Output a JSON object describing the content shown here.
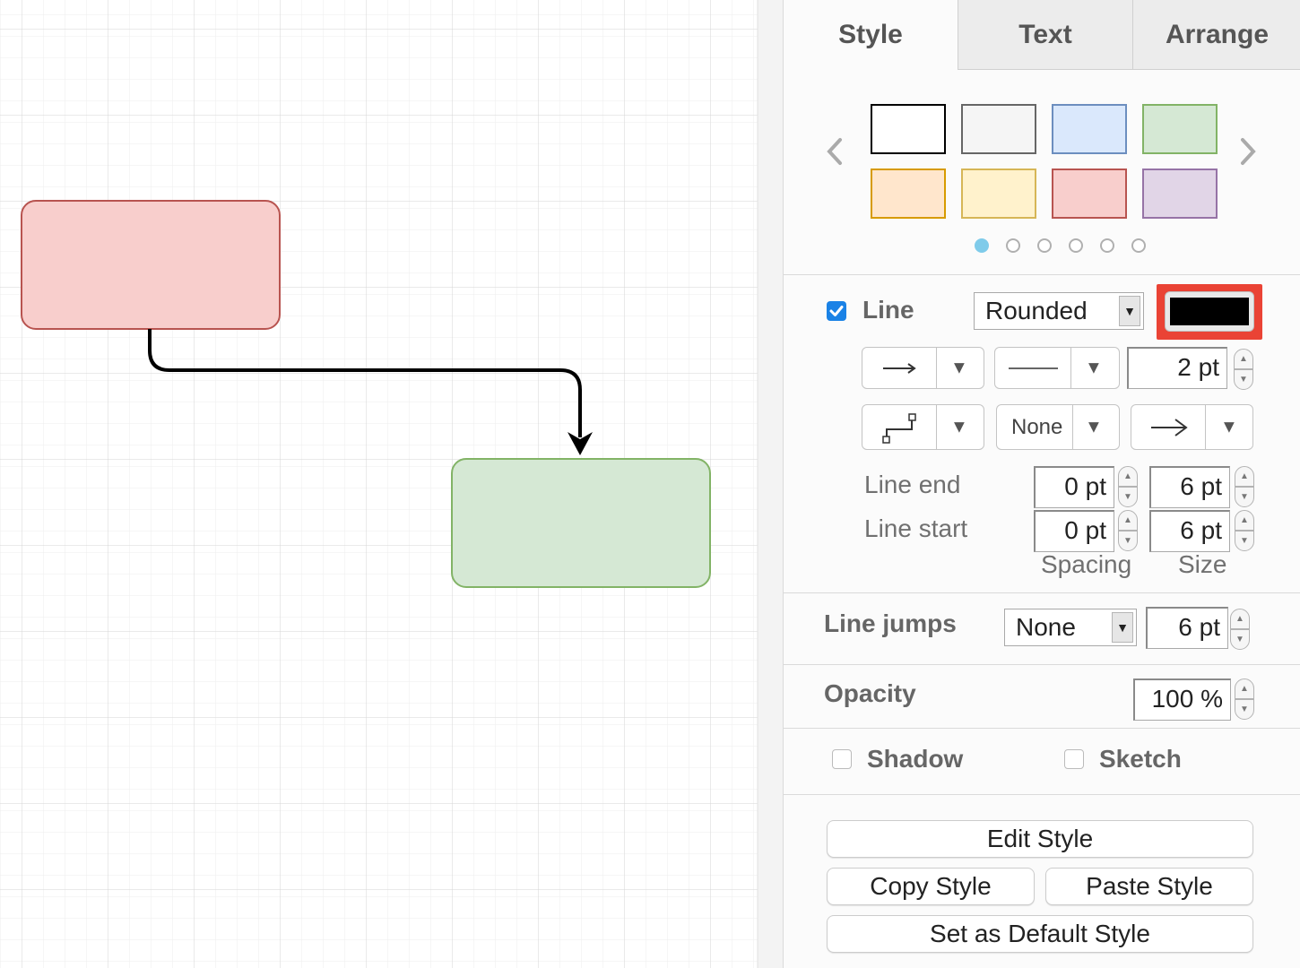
{
  "tabs": [
    {
      "label": "Style"
    },
    {
      "label": "Text"
    },
    {
      "label": "Arrange"
    }
  ],
  "palette": {
    "swatches": [
      {
        "fill": "#ffffff",
        "stroke": "#000000"
      },
      {
        "fill": "#f5f5f5",
        "stroke": "#666666"
      },
      {
        "fill": "#dae8fc",
        "stroke": "#6c8ebf"
      },
      {
        "fill": "#d5e8d4",
        "stroke": "#82b366"
      },
      {
        "fill": "#ffe6cc",
        "stroke": "#d79b00"
      },
      {
        "fill": "#fff2cc",
        "stroke": "#d6b656"
      },
      {
        "fill": "#f8cecc",
        "stroke": "#b85450"
      },
      {
        "fill": "#e1d5e7",
        "stroke": "#9673a6"
      }
    ],
    "page_count": 6,
    "active_page": 1,
    "prev_icon": "chevron-left-icon",
    "next_icon": "chevron-right-icon"
  },
  "line": {
    "label": "Line",
    "checked": true,
    "style_value": "Rounded",
    "color": "#000000",
    "width_value": "2 pt",
    "pattern_value": "None"
  },
  "line_end": {
    "label": "Line end",
    "spacing": "0 pt",
    "size": "6 pt"
  },
  "line_start": {
    "label": "Line start",
    "spacing": "0 pt",
    "size": "6 pt"
  },
  "caption_spacing": "Spacing",
  "caption_size": "Size",
  "line_jumps": {
    "label": "Line jumps",
    "value": "None",
    "size": "6 pt"
  },
  "opacity": {
    "label": "Opacity",
    "value": "100 %"
  },
  "shadow": {
    "label": "Shadow",
    "checked": false
  },
  "sketch": {
    "label": "Sketch",
    "checked": false
  },
  "buttons": {
    "edit_style": "Edit Style",
    "copy_style": "Copy Style",
    "paste_style": "Paste Style",
    "set_default": "Set as Default Style"
  },
  "diagram": {
    "shape1": {
      "fill": "#f8cecc",
      "stroke": "#b85450"
    },
    "shape2": {
      "fill": "#d5e8d4",
      "stroke": "#82b366"
    },
    "connector_color": "#000000",
    "highlight_color": "#ea4335"
  }
}
